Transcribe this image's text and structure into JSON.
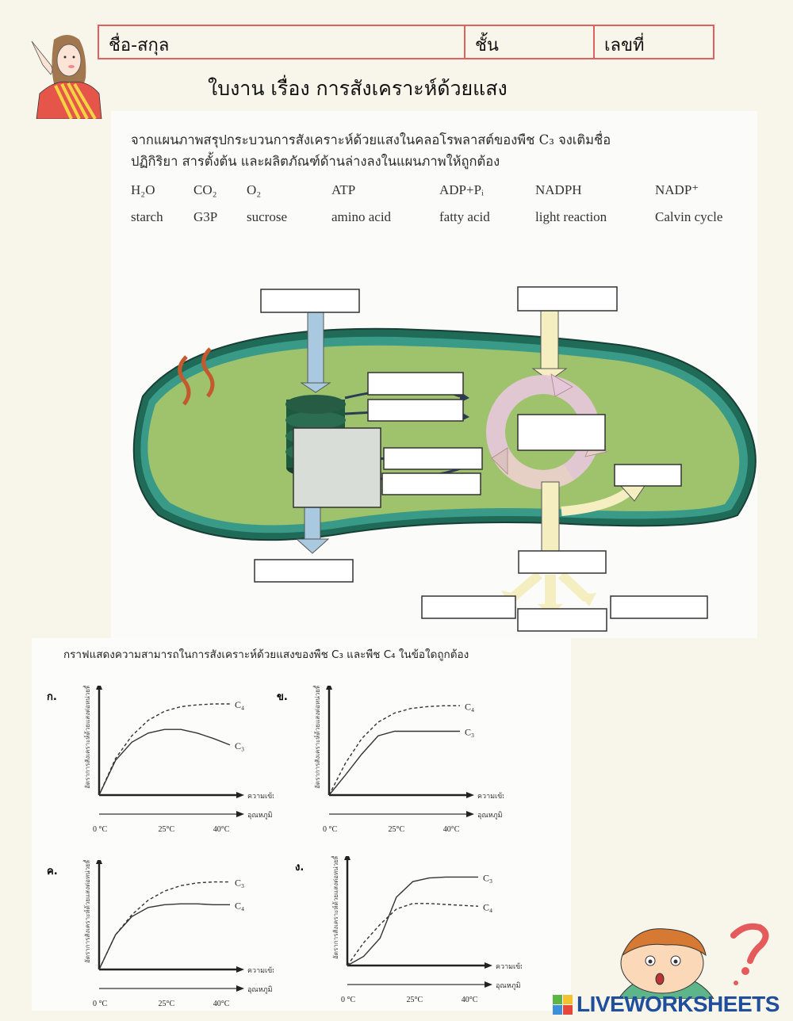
{
  "header": {
    "name_label": "ชื่อ-สกุล",
    "class_label": "ชั้น",
    "number_label": "เลขที่",
    "worksheet_title": "ใบงาน เรื่อง การสังเคราะห์ด้วยแสง"
  },
  "section1": {
    "instruction_line1": "จากแผนภาพสรุปกระบวนการสังเคราะห์ด้วยแสงในคลอโรพลาสต์ของพืช C₃ จงเติมชื่อ",
    "instruction_line2": "ปฏิกิริยา สารตั้งต้น และผลิตภัณฑ์ด้านล่างลงในแผนภาพให้ถูกต้อง",
    "word_bank_row1": [
      "H₂O",
      "CO₂",
      "O₂",
      "ATP",
      "ADP+Pᵢ",
      "NADPH",
      "NADP⁺"
    ],
    "word_bank_row2": [
      "starch",
      "G3P",
      "sucrose",
      "amino acid",
      "fatty acid",
      "light reaction",
      "Calvin cycle"
    ],
    "diagram": {
      "blank_boxes": [
        {
          "id": "top-left-input",
          "value": ""
        },
        {
          "id": "top-right-input",
          "value": ""
        },
        {
          "id": "thylakoid-reaction",
          "value": ""
        },
        {
          "id": "arrow-right-1",
          "value": ""
        },
        {
          "id": "arrow-right-2",
          "value": ""
        },
        {
          "id": "arrow-left-1",
          "value": ""
        },
        {
          "id": "arrow-left-2",
          "value": ""
        },
        {
          "id": "cycle-center",
          "value": ""
        },
        {
          "id": "cycle-side-output",
          "value": ""
        },
        {
          "id": "bottom-left-output",
          "value": ""
        },
        {
          "id": "bottom-right-product",
          "value": ""
        },
        {
          "id": "final-product-left",
          "value": ""
        },
        {
          "id": "final-product-middle",
          "value": ""
        },
        {
          "id": "final-product-right",
          "value": ""
        }
      ]
    }
  },
  "section2": {
    "question": "กราฟแสดงความสามารถในการสังเคราะห์ด้วยแสงของพืช C₃ และพืช C₄ ในข้อใดถูกต้อง",
    "y_axis_label": "อัตราการสังเคราะห์ด้วยแสงต่อหน่วยพื้นที่ของใบ",
    "x_axis_label_light": "ความเข้มแสง",
    "x_axis_label_temp": "อุณหภูมิ",
    "temp_ticks": [
      "0 °C",
      "25°C",
      "40°C"
    ]
  },
  "branding": {
    "logo_text": "LIVEWORKSHEETS"
  },
  "chart_data": [
    {
      "type": "line",
      "panel_label": "ก.",
      "title": "",
      "xlabel": "ความเข้มแสง / อุณหภูมิ",
      "ylabel": "อัตราการสังเคราะห์ด้วยแสงต่อหน่วยพื้นที่ของใบ",
      "x_ticks": [
        "0 °C",
        "25°C",
        "40°C"
      ],
      "x": [
        0,
        5,
        10,
        15,
        20,
        25,
        30,
        35,
        40
      ],
      "series": [
        {
          "name": "C4",
          "style": "dashed",
          "values": [
            0,
            40,
            65,
            82,
            92,
            97,
            99,
            100,
            100
          ]
        },
        {
          "name": "C3",
          "style": "solid",
          "values": [
            0,
            38,
            58,
            68,
            72,
            72,
            68,
            62,
            55
          ]
        }
      ]
    },
    {
      "type": "line",
      "panel_label": "ข.",
      "title": "",
      "xlabel": "ความเข้มแสง / อุณหภูมิ",
      "ylabel": "อัตราการสังเคราะห์ด้วยแสงต่อหน่วยพื้นที่ของใบ",
      "x_ticks": [
        "0 °C",
        "25°C",
        "40°C"
      ],
      "x": [
        0,
        5,
        10,
        15,
        20,
        25,
        30,
        35,
        40
      ],
      "series": [
        {
          "name": "C4",
          "style": "dashed",
          "values": [
            0,
            35,
            62,
            80,
            90,
            95,
            97,
            98,
            98
          ]
        },
        {
          "name": "C3",
          "style": "solid",
          "values": [
            0,
            22,
            45,
            65,
            70,
            70,
            70,
            70,
            70
          ]
        }
      ]
    },
    {
      "type": "line",
      "panel_label": "ค.",
      "title": "",
      "xlabel": "ความเข้มแสง / อุณหภูมิ",
      "ylabel": "อัตราการสังเคราะห์ด้วยแสงต่อหน่วยพื้นที่ของใบ",
      "x_ticks": [
        "0 °C",
        "25°C",
        "40°C"
      ],
      "x": [
        0,
        5,
        10,
        15,
        20,
        25,
        30,
        35,
        40
      ],
      "series": [
        {
          "name": "C3",
          "style": "dashed",
          "values": [
            0,
            38,
            60,
            76,
            86,
            92,
            95,
            96,
            96
          ]
        },
        {
          "name": "C4",
          "style": "solid",
          "values": [
            0,
            38,
            58,
            68,
            71,
            72,
            72,
            71,
            71
          ]
        }
      ]
    },
    {
      "type": "line",
      "panel_label": "ง.",
      "title": "",
      "xlabel": "ความเข้มแสง / อุณหภูมิ",
      "ylabel": "อัตราการสังเคราะห์ด้วยแสงต่อหน่วยพื้นที่ของใบ",
      "x_ticks": [
        "0 °C",
        "25°C",
        "40°C"
      ],
      "x": [
        0,
        5,
        10,
        15,
        20,
        25,
        30,
        35,
        40
      ],
      "series": [
        {
          "name": "C3",
          "style": "solid",
          "values": [
            0,
            10,
            30,
            75,
            92,
            96,
            97,
            97,
            97
          ]
        },
        {
          "name": "C4",
          "style": "dashed",
          "values": [
            0,
            25,
            45,
            62,
            68,
            68,
            67,
            66,
            65
          ]
        }
      ]
    }
  ]
}
